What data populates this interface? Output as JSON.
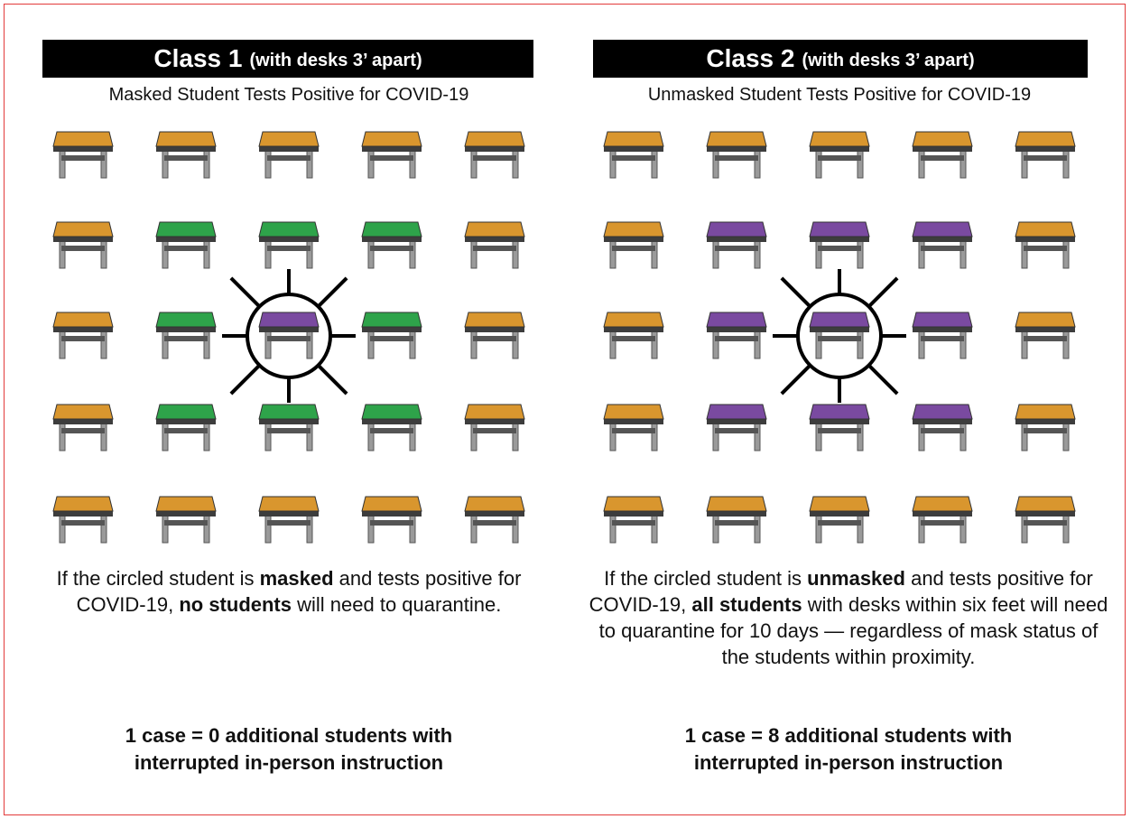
{
  "colors": {
    "desk_default": "#d9962e",
    "desk_green": "#2ea34a",
    "desk_purple": "#7a4aa0",
    "desk_legs": "#9a9a9a",
    "title_bar": "#000000",
    "frame_border": "#e23b3b"
  },
  "panels": [
    {
      "title": "Class 1",
      "title_suffix": "(with desks 3’ apart)",
      "subtitle": "Masked Student Tests Positive for COVID-19",
      "description": {
        "before": "If the circled student is ",
        "bold1": "masked",
        "middle": " and tests positive for COVID-19, ",
        "bold2": "no students",
        "after": " will need to quarantine."
      },
      "summary_line1": "1 case = 0 additional students with",
      "summary_line2": "interrupted in-person instruction",
      "desk_grid": [
        [
          "default",
          "default",
          "default",
          "default",
          "default"
        ],
        [
          "default",
          "green",
          "green",
          "green",
          "default"
        ],
        [
          "default",
          "green",
          "purple",
          "green",
          "default"
        ],
        [
          "default",
          "green",
          "green",
          "green",
          "default"
        ],
        [
          "default",
          "default",
          "default",
          "default",
          "default"
        ]
      ]
    },
    {
      "title": "Class 2",
      "title_suffix": "(with desks 3’ apart)",
      "subtitle": "Unmasked Student Tests Positive for COVID-19",
      "description": {
        "before": "If the circled student is ",
        "bold1": "unmasked",
        "middle": " and tests positive for COVID-19, ",
        "bold2": "all students",
        "after": " with desks within six feet will need to quarantine for 10 days — regardless of mask status of the students within proximity."
      },
      "summary_line1": "1 case = 8 additional students with",
      "summary_line2": "interrupted in-person instruction",
      "desk_grid": [
        [
          "default",
          "default",
          "default",
          "default",
          "default"
        ],
        [
          "default",
          "purple",
          "purple",
          "purple",
          "default"
        ],
        [
          "default",
          "purple",
          "purple",
          "purple",
          "default"
        ],
        [
          "default",
          "purple",
          "purple",
          "purple",
          "default"
        ],
        [
          "default",
          "default",
          "default",
          "default",
          "default"
        ]
      ]
    }
  ]
}
